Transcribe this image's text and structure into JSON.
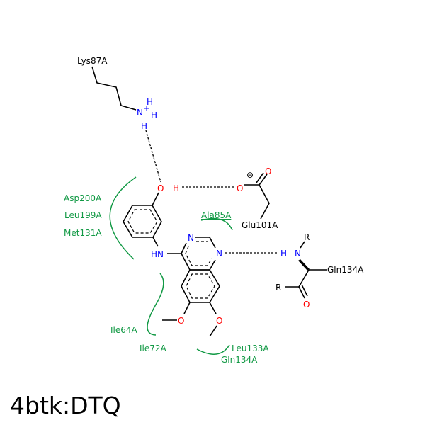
{
  "title": "4btk:DTQ",
  "residues": {
    "lys": "Lys87A",
    "glu": "Glu101A",
    "gln_backbone": "Gln134A",
    "r_top": "R",
    "r_left": "R"
  },
  "atoms": {
    "n_plus": "N",
    "plus": "+",
    "h": "H",
    "o": "O",
    "n": "N",
    "hn": "HN",
    "minus_symbol": "⊖"
  },
  "hydrophobic_residues": {
    "asp200": "Asp200A",
    "leu199": "Leu199A",
    "met131": "Met131A",
    "ala85": "Ala85A",
    "ile64": "Ile64A",
    "ile72": "Ile72A",
    "leu133": "Leu133A",
    "gln134": "Gln134A"
  },
  "colors": {
    "hydrophobic": "#119944",
    "nitrogen": "#0000ff",
    "oxygen": "#ff0000"
  }
}
